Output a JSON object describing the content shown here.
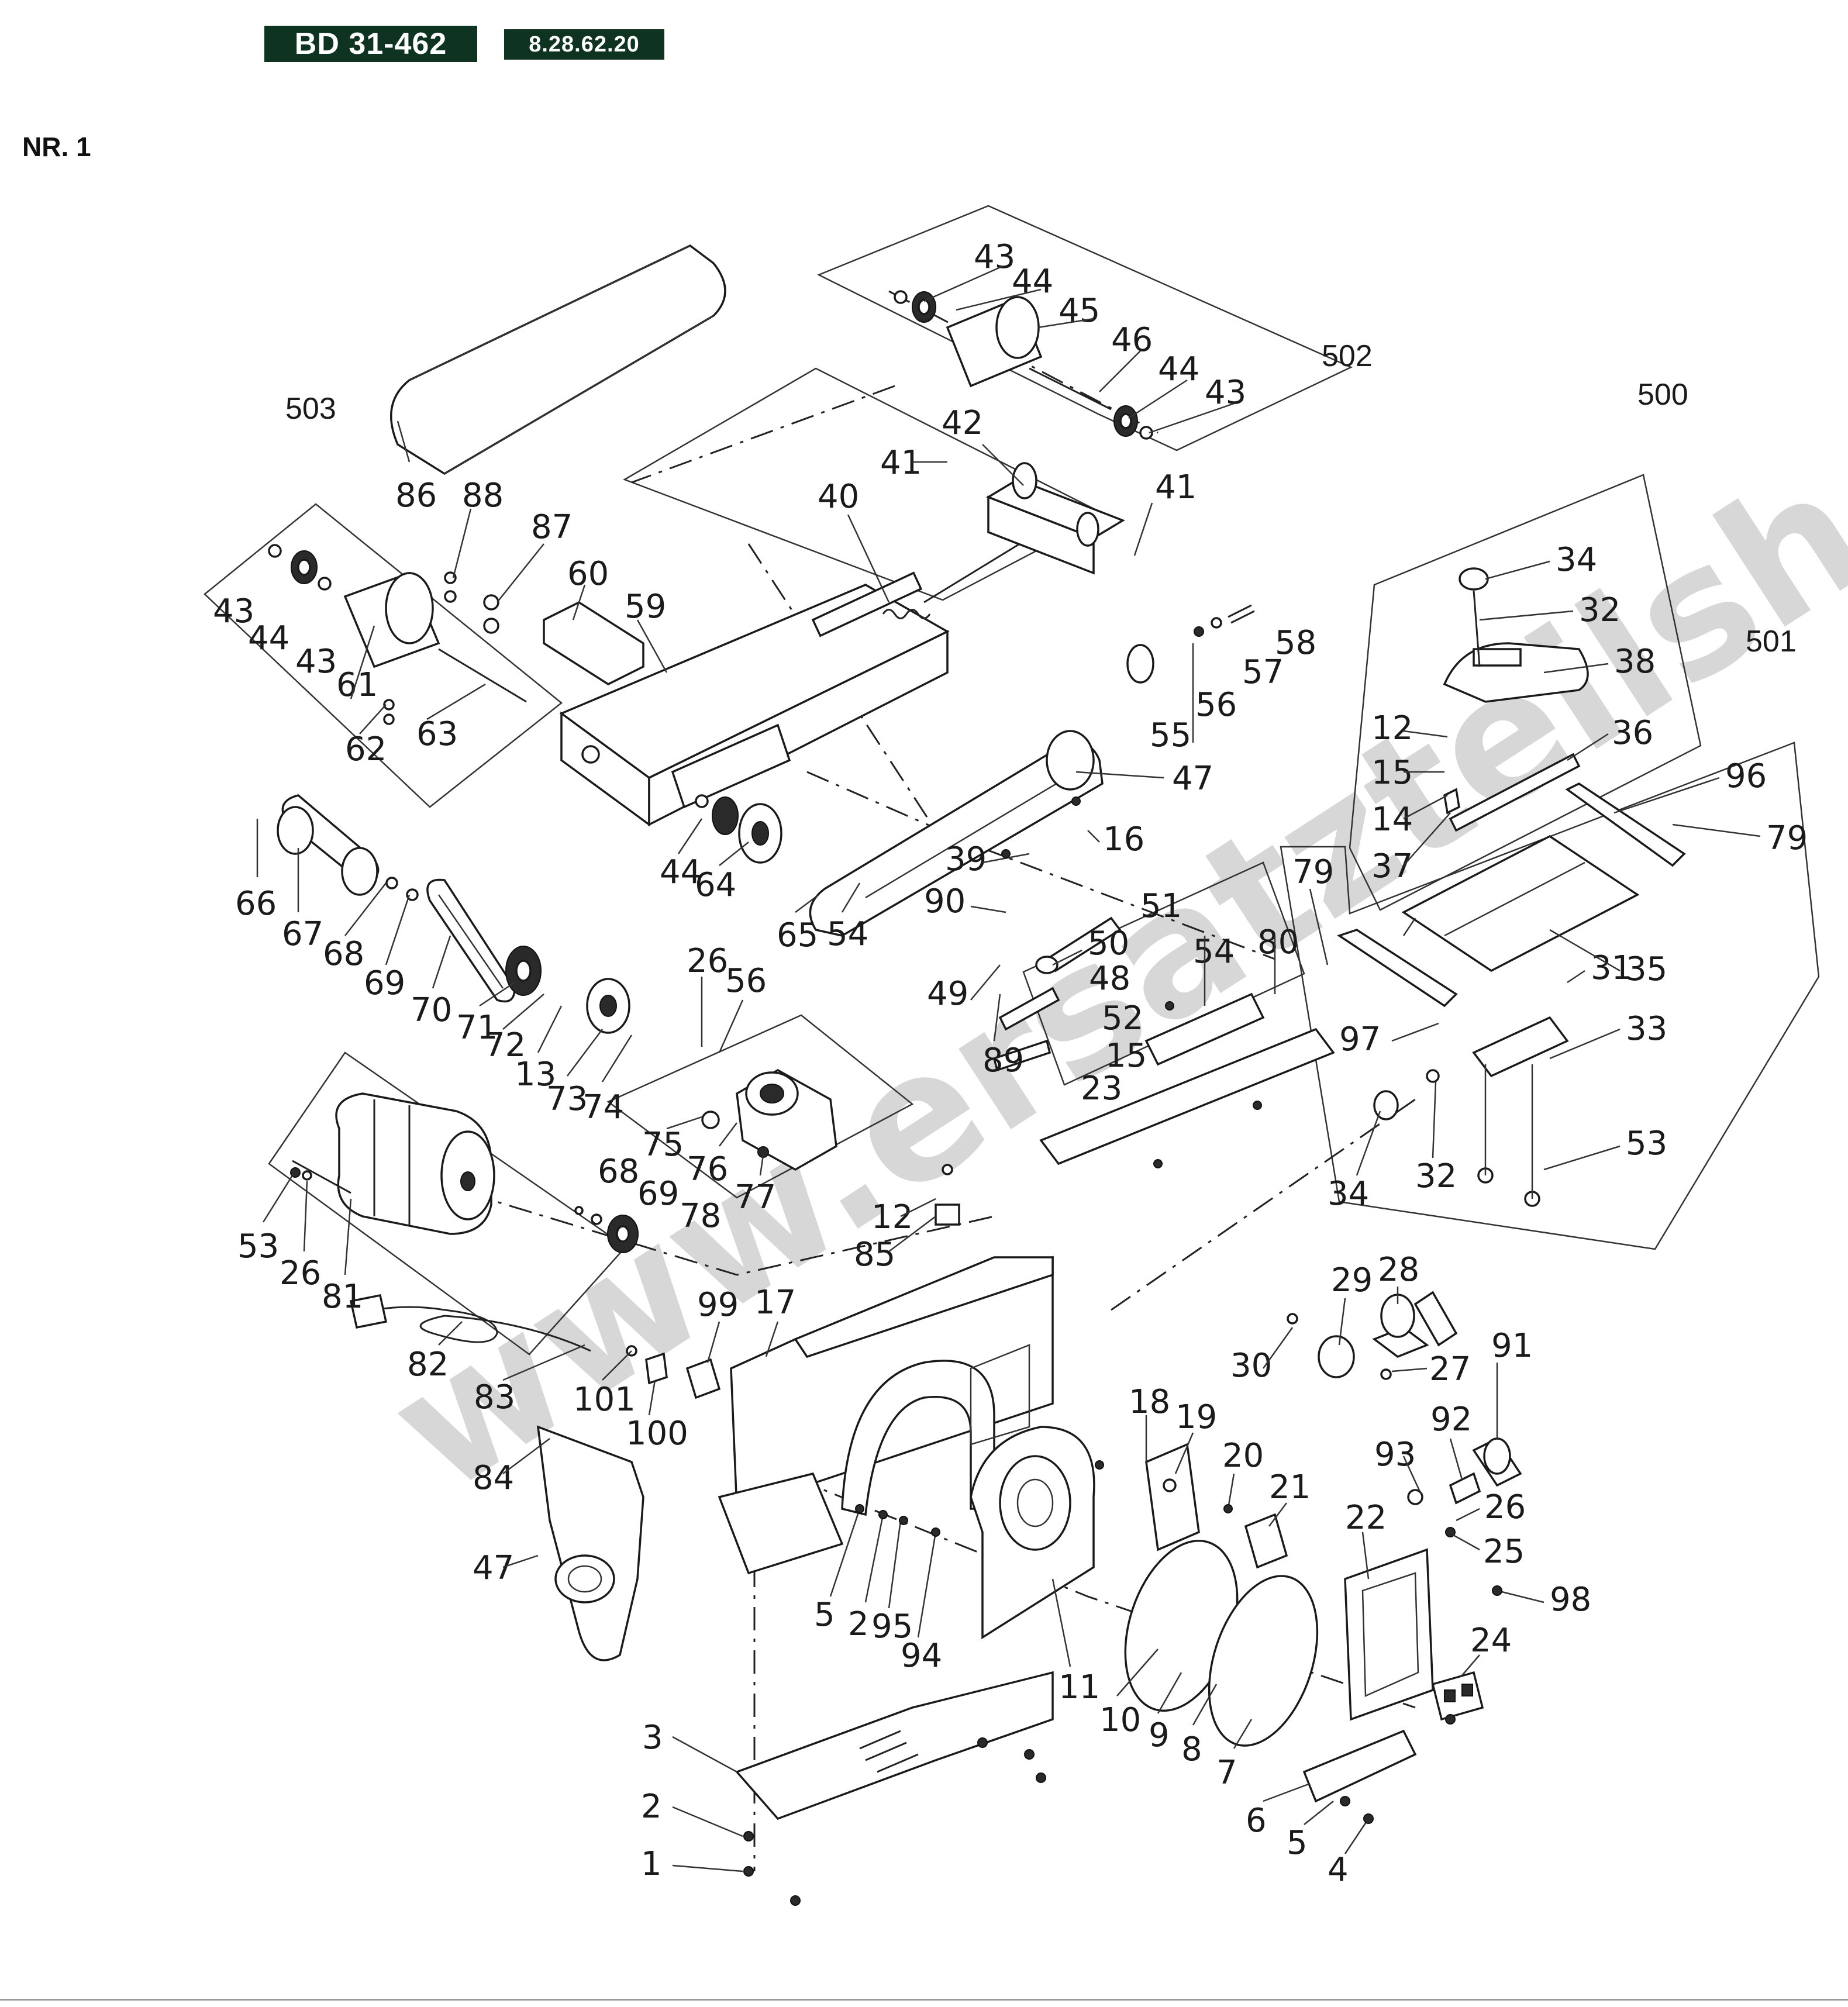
{
  "header": {
    "model": "BD 31-462",
    "code": "8.28.62.20",
    "page": "NR. 1"
  },
  "watermark": "www.ersatzteilshop.com",
  "groups": {
    "g500": "500",
    "g501": "501",
    "g502": "502",
    "g503": "503"
  },
  "parts": {
    "p1": "1",
    "p2a": "2",
    "p2b": "2",
    "p3": "3",
    "p4": "4",
    "p5a": "5",
    "p5b": "5",
    "p6": "6",
    "p7": "7",
    "p8": "8",
    "p9": "9",
    "p10": "10",
    "p11": "11",
    "p12a": "12",
    "p12b": "12",
    "p13": "13",
    "p14": "14",
    "p15a": "15",
    "p15b": "15",
    "p16": "16",
    "p17": "17",
    "p18": "18",
    "p19": "19",
    "p20": "20",
    "p21": "21",
    "p22": "22",
    "p23": "23",
    "p24": "24",
    "p25": "25",
    "p26a": "26",
    "p26b": "26",
    "p26c": "26",
    "p27": "27",
    "p28": "28",
    "p29": "29",
    "p30": "30",
    "p31": "31",
    "p32a": "32",
    "p32b": "32",
    "p33": "33",
    "p34a": "34",
    "p34b": "34",
    "p35": "35",
    "p36": "36",
    "p37": "37",
    "p38": "38",
    "p39": "39",
    "p40": "40",
    "p41a": "41",
    "p41b": "41",
    "p42": "42",
    "p43a": "43",
    "p43b": "43",
    "p43c": "43",
    "p43d": "43",
    "p44a": "44",
    "p44b": "44",
    "p44c": "44",
    "p44d": "44",
    "p45": "45",
    "p46": "46",
    "p47a": "47",
    "p47b": "47",
    "p48": "48",
    "p49": "49",
    "p50": "50",
    "p51": "51",
    "p52": "52",
    "p53a": "53",
    "p53b": "53",
    "p54a": "54",
    "p54b": "54",
    "p55": "55",
    "p56a": "56",
    "p56b": "56",
    "p57": "57",
    "p58": "58",
    "p59": "59",
    "p60": "60",
    "p61": "61",
    "p62": "62",
    "p63": "63",
    "p64": "64",
    "p65": "65",
    "p66": "66",
    "p67": "67",
    "p68a": "68",
    "p68b": "68",
    "p69a": "69",
    "p69b": "69",
    "p70": "70",
    "p71": "71",
    "p72": "72",
    "p73": "73",
    "p74": "74",
    "p75": "75",
    "p76": "76",
    "p77": "77",
    "p78": "78",
    "p79a": "79",
    "p79b": "79",
    "p80": "80",
    "p81": "81",
    "p82": "82",
    "p83": "83",
    "p84": "84",
    "p85": "85",
    "p86": "86",
    "p87": "87",
    "p88": "88",
    "p89": "89",
    "p90": "90",
    "p91": "91",
    "p92": "92",
    "p93": "93",
    "p94": "94",
    "p95": "95",
    "p96": "96",
    "p97": "97",
    "p98": "98",
    "p99": "99",
    "p100": "100",
    "p101": "101"
  }
}
